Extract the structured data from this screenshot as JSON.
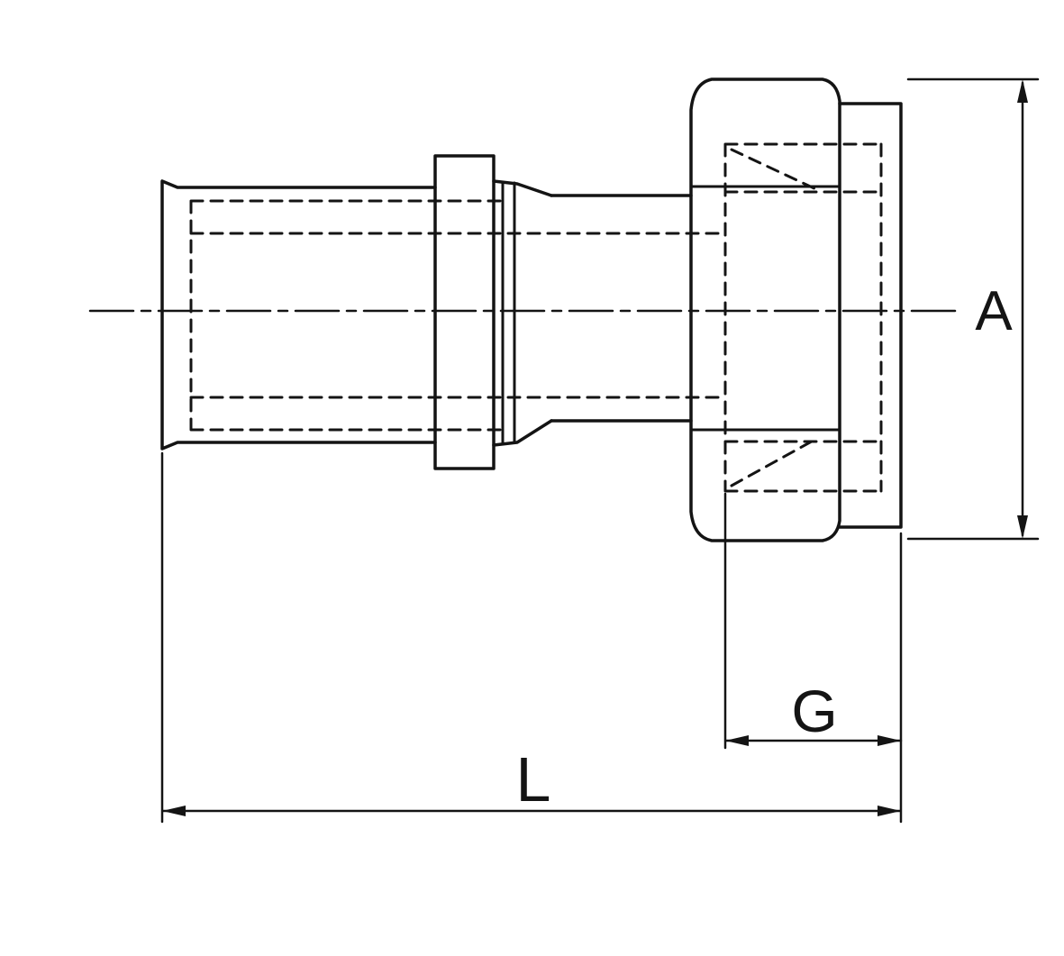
{
  "colors": {
    "line": "#141414",
    "background": "#ffffff"
  },
  "labels": {
    "diameter": "A",
    "thread": "G",
    "length": "L"
  }
}
